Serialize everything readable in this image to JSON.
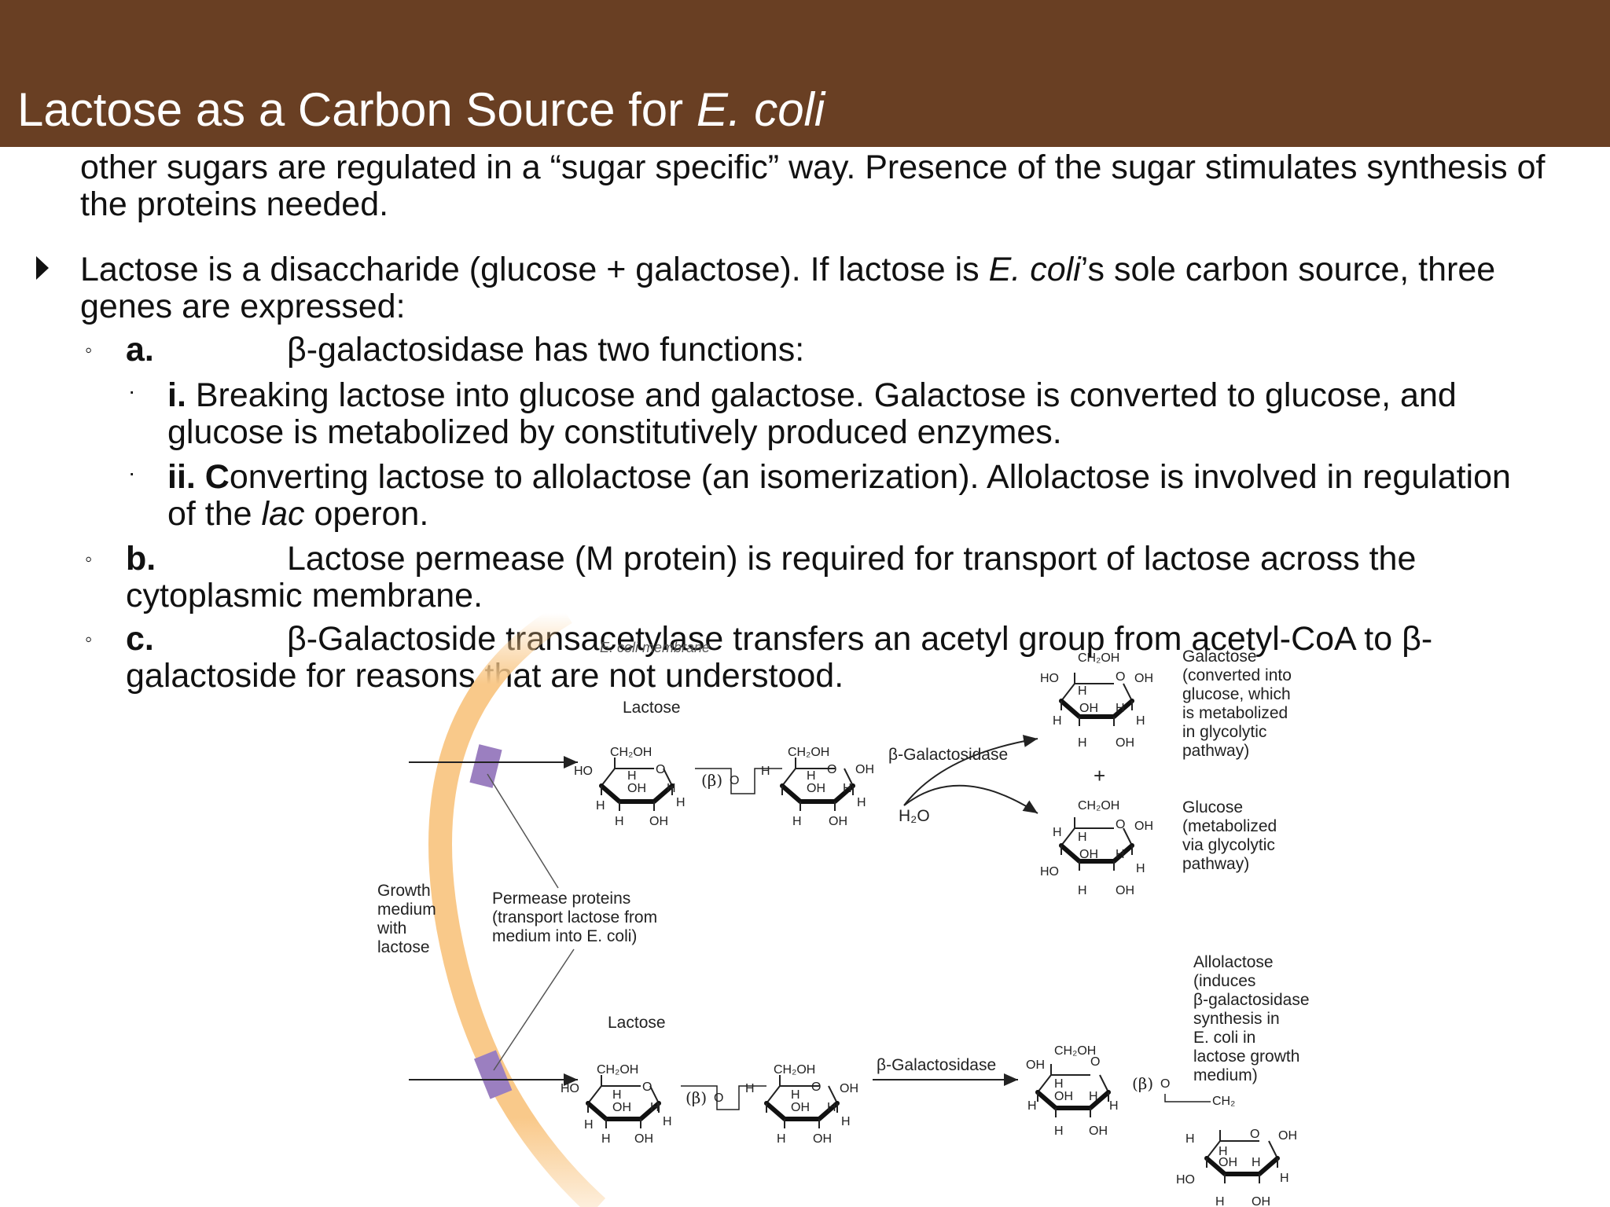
{
  "slide": {
    "title_main": "Lactose as a Carbon Source for ",
    "title_italic": "E. coli",
    "intro_line1": "other sugars are regulated in a “sugar specific” way. Presence of the sugar stimulates synthesis of",
    "intro_line2": "the proteins needed.",
    "bullet1_line1_a": "Lactose is a disaccharide (glucose + galactose). If lactose is ",
    "bullet1_line1_i": "E. coli",
    "bullet1_line1_b": "’s sole carbon source, three",
    "bullet1_line2": "genes are expressed:",
    "item_a_label": "a.",
    "item_a_text": "β-galactosidase has two functions:",
    "item_i_label": "i.",
    "item_i_line1": " Breaking lactose into glucose and galactose. Galactose is converted to glucose, and",
    "item_i_line2": "glucose is metabolized by constitutively produced enzymes.",
    "item_ii_label": "ii. C",
    "item_ii_line1": "onverting lactose to allolactose (an isomerization). Allolactose is involved in regulation",
    "item_ii_line2_a": "of the ",
    "item_ii_line2_i": "lac",
    "item_ii_line2_b": " operon.",
    "item_b_label": "b.",
    "item_b_line1": "Lactose permease (M protein) is required for transport of lactose across the",
    "item_b_line2": "cytoplasmic membrane.",
    "item_c_label": "c.",
    "item_c_line1": "β-Galactoside transacetylase transfers an acetyl group from acetyl-CoA to β-",
    "item_c_line2": "galactoside for reasons that are not understood."
  },
  "diagram": {
    "membrane_label": "E. coli membrane",
    "lactose_top": "Lactose",
    "lactose_bottom": "Lactose",
    "enzyme_top": "β-Galactosidase",
    "enzyme_bottom": "β-Galactosidase",
    "water": "H₂O",
    "plus": "+",
    "beta_link": "(β)",
    "o": "O",
    "ch2oh": "CH₂OH",
    "ch2": "CH₂",
    "ho": "HO",
    "oh": "OH",
    "h": "H",
    "growth_medium": [
      "Growth",
      "medium",
      "with",
      "lactose"
    ],
    "permease": [
      "Permease proteins",
      "(transport lactose from",
      "medium into E. coli)"
    ],
    "galactose": [
      "Galactose",
      "(converted into",
      "glucose, which",
      "is metabolized",
      "in glycolytic",
      "pathway)"
    ],
    "glucose": [
      "Glucose",
      "(metabolized",
      "via glycolytic",
      "pathway)"
    ],
    "allolactose": [
      "Allolactose",
      "(induces",
      "β-galactosidase",
      "synthesis in",
      "E. coli in",
      "lactose growth",
      "medium)"
    ]
  },
  "colors": {
    "title_bar": "#693f23",
    "membrane": "#f9c98a",
    "permease_protein": "#9b7fc0"
  }
}
